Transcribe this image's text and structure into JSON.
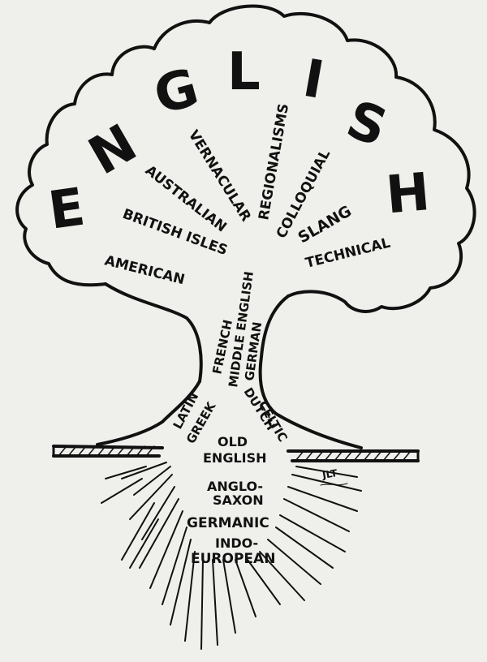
{
  "title": {
    "letters": [
      "E",
      "N",
      "G",
      "L",
      "I",
      "S",
      "H"
    ]
  },
  "canopy_labels": {
    "american": "AMERICAN",
    "british_isles": "BRITISH ISLES",
    "australian": "AUSTRALIAN",
    "vernacular": "VERNACULAR",
    "regionalisms": "REGIONALISMS",
    "colloquial": "COLLOQUIAL",
    "slang": "SLANG",
    "technical": "TECHNICAL"
  },
  "trunk_labels": {
    "french": "FRENCH",
    "middle_english": "MIDDLE ENGLISH",
    "german": "GERMAN",
    "latin": "LATIN",
    "greek": "GREEK",
    "dutch": "DUTCH",
    "celtic": "CELTIC"
  },
  "root_labels": {
    "old": "OLD",
    "english": "ENGLISH",
    "anglo": "ANGLO-",
    "saxon": "SAXON",
    "germanic": "GERMANIC",
    "indo": "INDO-",
    "european": "EUROPEAN"
  },
  "signature": "JLT",
  "colors": {
    "ink": "#111111",
    "paper": "#efefeb"
  }
}
